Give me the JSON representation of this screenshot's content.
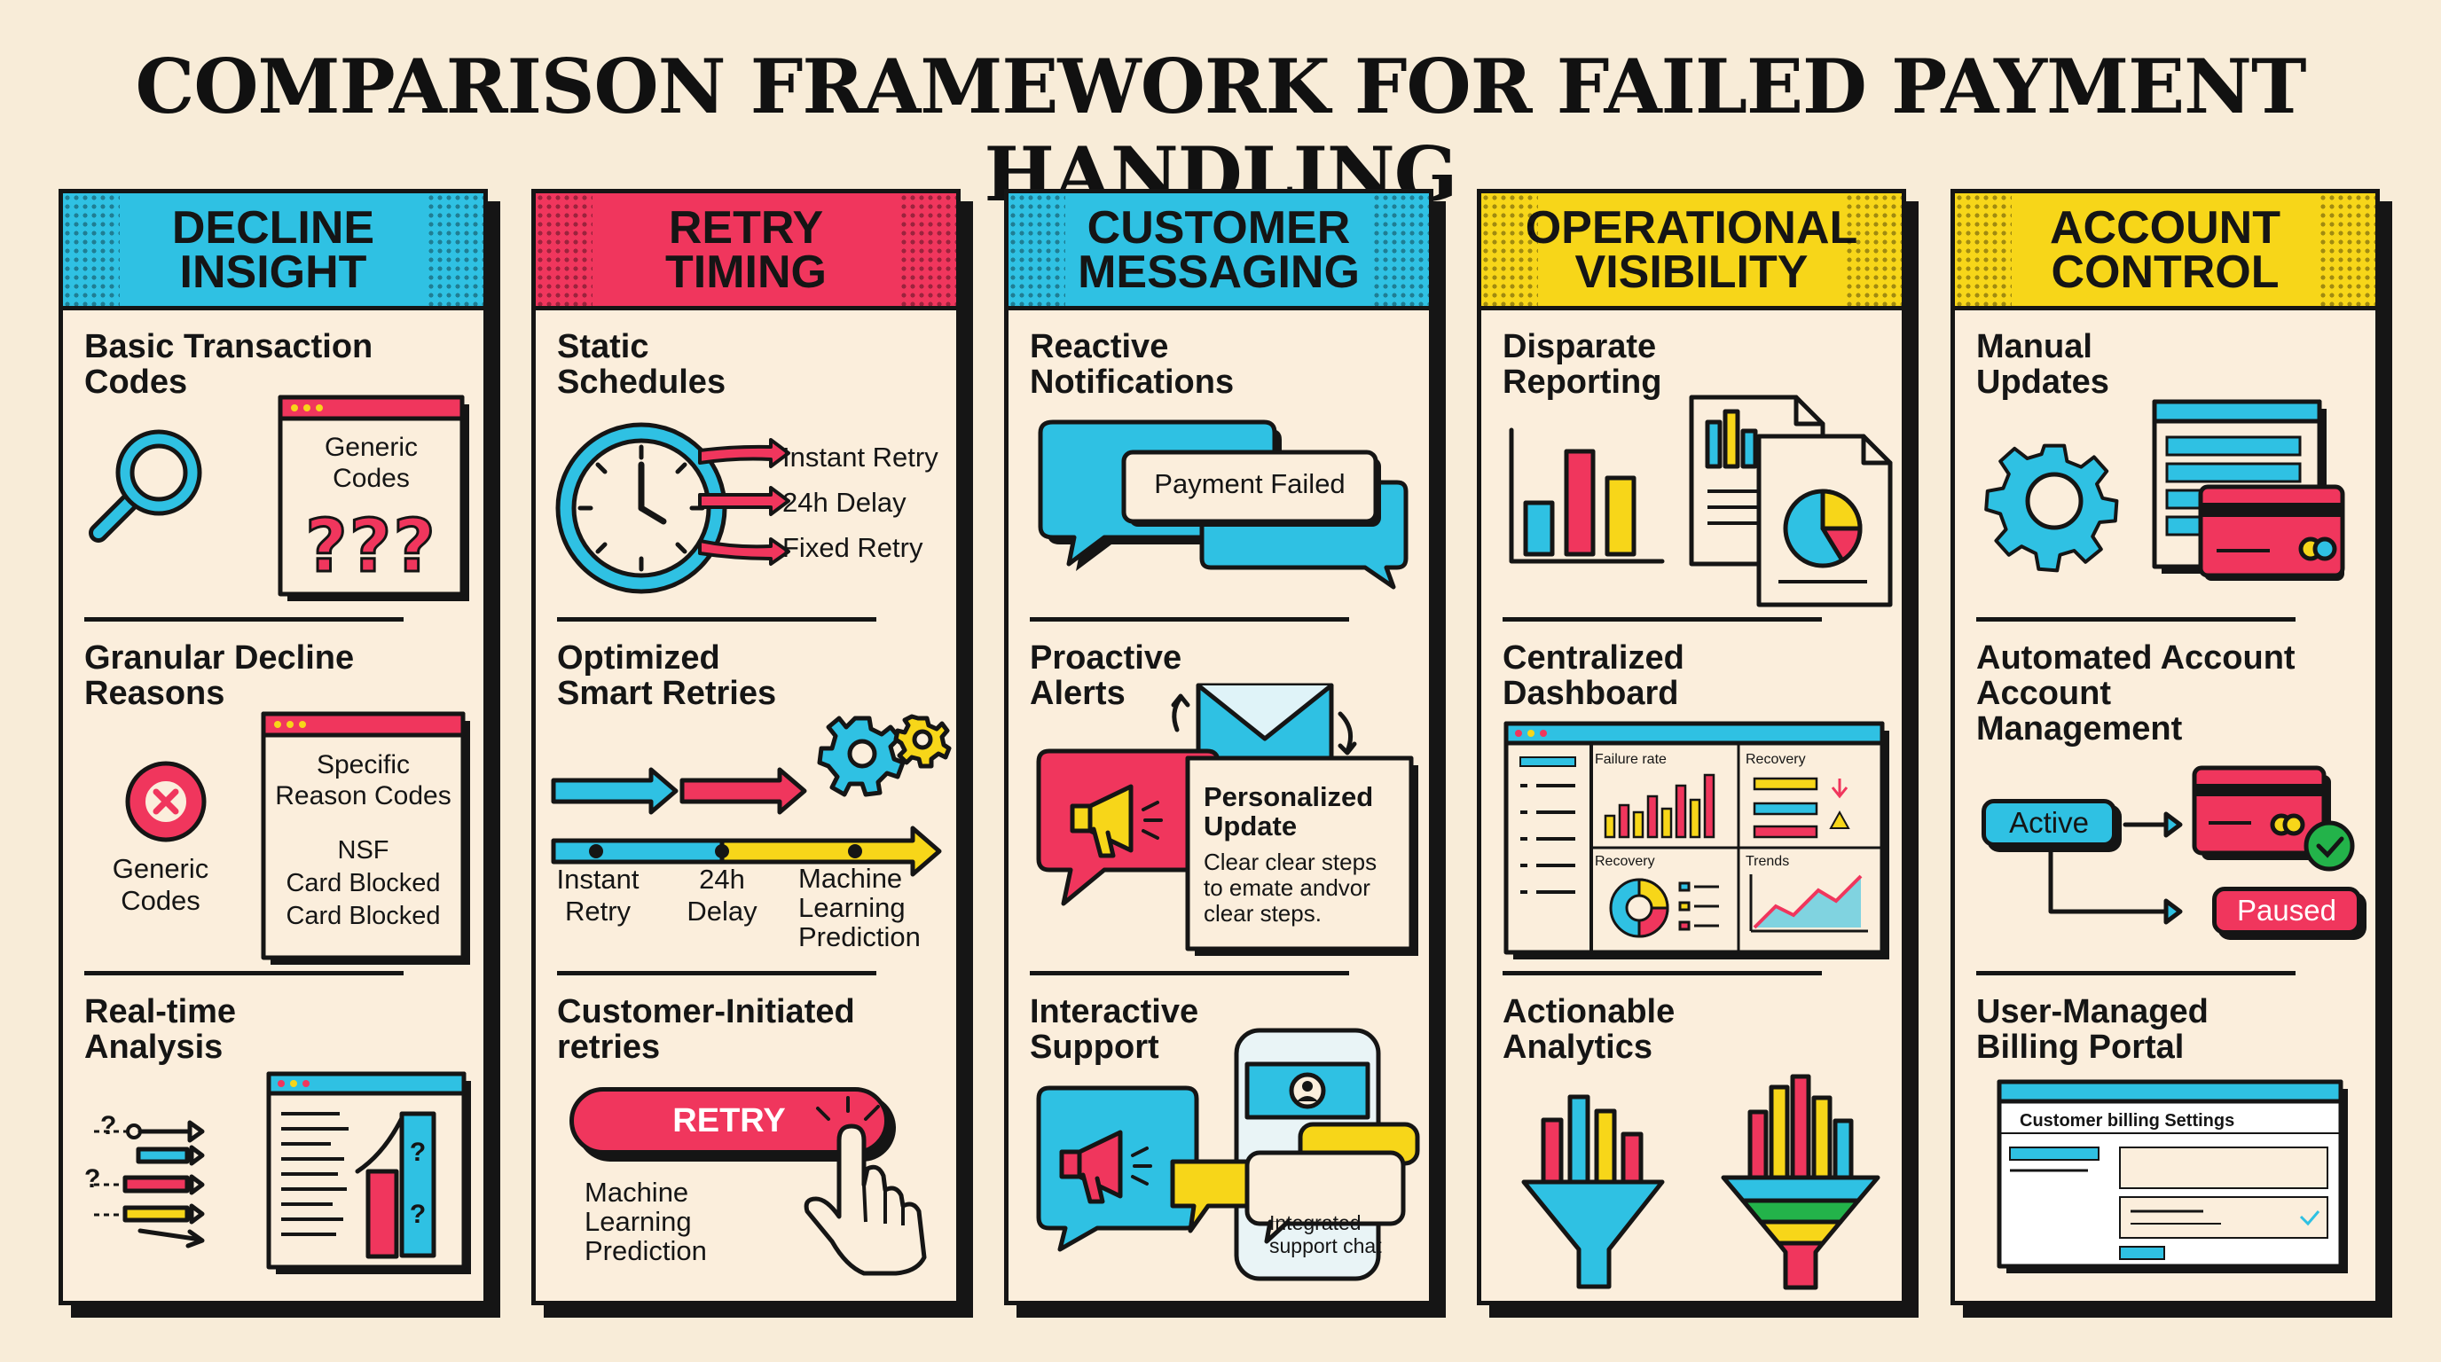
{
  "title": "COMPARISON FRAMEWORK FOR FAILED PAYMENT HANDLING",
  "colors": {
    "cyan": "#2fc1e3",
    "pink": "#f0365d",
    "yellow": "#f7d619",
    "ink": "#151515",
    "paper": "#fbeedc",
    "green": "#23b34a"
  },
  "columns": [
    {
      "header": [
        "DECLINE",
        "INSIGHT"
      ],
      "sections": [
        {
          "title": [
            "Basic Transaction",
            "Codes"
          ],
          "card": [
            "Generic",
            "Codes"
          ],
          "mark": "???"
        },
        {
          "title": [
            "Granular Decline",
            "Reasons"
          ],
          "left": [
            "Generic",
            "Codes"
          ],
          "card": [
            "Specific",
            "Reason Codes"
          ],
          "list": [
            "NSF",
            "Card Blocked",
            "Card Blocked"
          ]
        },
        {
          "title": [
            "Real-time",
            "Analysis"
          ],
          "marks": [
            "?",
            "?",
            "?",
            "?"
          ]
        }
      ]
    },
    {
      "header": [
        "RETRY",
        "TIMING"
      ],
      "sections": [
        {
          "title": [
            "Static",
            "Schedules"
          ],
          "items": [
            "Instant Retry",
            "24h Delay",
            "Fixed Retry"
          ]
        },
        {
          "title": [
            "Optimized",
            "Smart Retries"
          ],
          "items": [
            [
              "Instant",
              "Retry"
            ],
            [
              "24h",
              "Delay"
            ],
            [
              "Machine",
              "Learning",
              "Prediction"
            ]
          ]
        },
        {
          "title": [
            "Customer-Initiated",
            "retries"
          ],
          "button": "RETRY",
          "caption": [
            "Machine",
            "Learning",
            "Prediction"
          ]
        }
      ]
    },
    {
      "header": [
        "CUSTOMER",
        "MESSAGING"
      ],
      "sections": [
        {
          "title": [
            "Reactive",
            "Notifications"
          ],
          "bubble": "Payment Failed"
        },
        {
          "title": [
            "Proactive",
            "Alerts"
          ],
          "card_title": [
            "Personalized",
            "Update"
          ],
          "card_body": [
            "Clear clear steps",
            "to emate andvor",
            "clear steps."
          ]
        },
        {
          "title": [
            "Interactive",
            "Support"
          ],
          "chat": [
            "Integrated",
            "support chat"
          ]
        }
      ]
    },
    {
      "header": [
        "OPERATIONAL",
        "VISIBILITY"
      ],
      "sections": [
        {
          "title": [
            "Disparate",
            "Reporting"
          ]
        },
        {
          "title": [
            "Centralized",
            "Dashboard"
          ],
          "panels": [
            "Failure rate",
            "Recovery",
            "Recovery",
            "Trends"
          ]
        },
        {
          "title": [
            "Actionable",
            "Analytics"
          ]
        }
      ]
    },
    {
      "header": [
        "ACCOUNT",
        "CONTROL"
      ],
      "sections": [
        {
          "title": [
            "Manual",
            "Updates"
          ]
        },
        {
          "title": [
            "Automated Account",
            "Account",
            "Management"
          ],
          "states": [
            "Active",
            "Paused"
          ]
        },
        {
          "title": [
            "User-Managed",
            "Billing Portal"
          ],
          "portal": "Customer billing Settings"
        }
      ]
    }
  ]
}
